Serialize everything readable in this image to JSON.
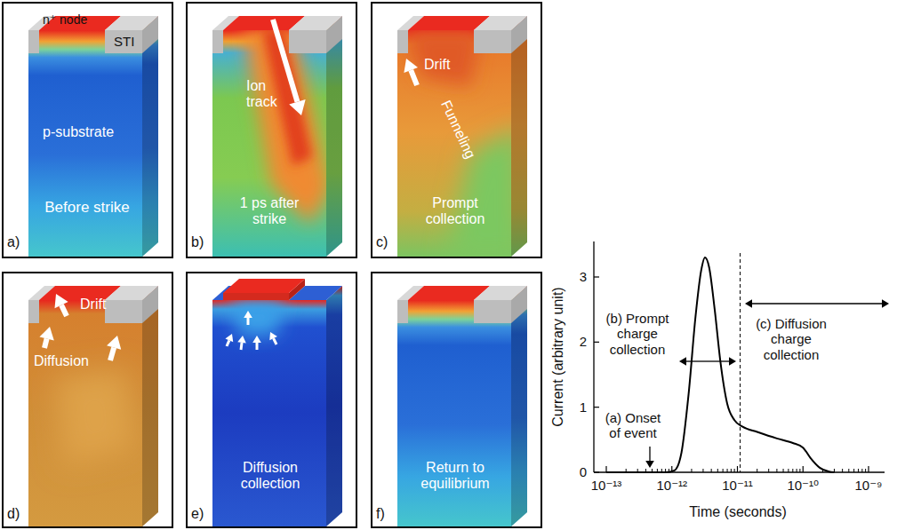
{
  "diagram": {
    "nodes": [
      {
        "text": [
          "n⁺ node",
          "STI",
          "p-substrate",
          "Before strike",
          "a)"
        ]
      },
      {
        "text": [
          "Ion track",
          "1 ps after strike",
          "b)"
        ]
      },
      {
        "text": [
          "Drift",
          "Funneling",
          "Prompt collection",
          "c)"
        ]
      },
      {
        "text": [
          "Drift",
          "Diffusion",
          "d)"
        ]
      },
      {
        "text": [
          "Diffusion collection",
          "e)"
        ]
      },
      {
        "text": [
          "Return to equilibrium",
          "f)"
        ]
      }
    ],
    "labels": [
      "(b) Prompt charge collection",
      "(c) Diffusion charge collection",
      "(a) Onset of event",
      "0",
      "1",
      "2",
      "3",
      "10⁻¹³",
      "10⁻¹²",
      "10⁻¹¹",
      "10⁻¹⁰",
      "10⁻⁹",
      "Current (arbitrary unit)",
      "Time (seconds)"
    ]
  }
}
